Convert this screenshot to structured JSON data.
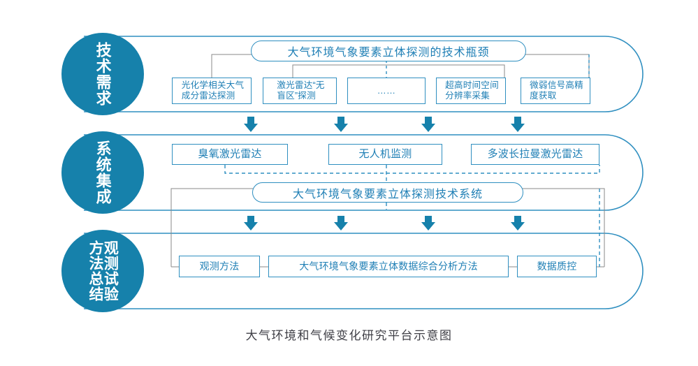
{
  "figure": {
    "caption": "大气环境和气候变化研究平台示意图",
    "accent_color": "#1681ab",
    "line_color": "#2f8fc0",
    "text_color": "#1f7fb5",
    "connector_gray": "#8a8a8a",
    "caption_color": "#3f3f46"
  },
  "stages": [
    {
      "id": "stage-1",
      "label_columns": [
        "技术需求"
      ]
    },
    {
      "id": "stage-2",
      "label_columns": [
        "系统集成"
      ]
    },
    {
      "id": "stage-3",
      "label_columns": [
        "观测试验",
        "方法总结"
      ]
    }
  ],
  "rows": [
    {
      "id": "row-requirements",
      "title": "大气环境气象要素立体探测的技术瓶颈",
      "nodes": [
        {
          "id": "node-photochem",
          "text": "光化学相关大气成分雷达探测",
          "lines": [
            "光化学相关大气",
            "成分雷达探测"
          ]
        },
        {
          "id": "node-lidar-blind",
          "text": "激光雷达“无盲区”探测",
          "lines": [
            "激光雷达“无",
            "盲区”探测"
          ]
        },
        {
          "id": "node-ellipsis",
          "text": "……",
          "lines": [
            "……"
          ]
        },
        {
          "id": "node-resolution",
          "text": "超高时间空间分辨率采集",
          "lines": [
            "超高时间空间",
            "分辨率采集"
          ]
        },
        {
          "id": "node-weaksignal",
          "text": "微弱信号高精度获取",
          "lines": [
            "微弱信号高精",
            "度获取"
          ]
        }
      ]
    },
    {
      "id": "row-systems",
      "title": "大气环境气象要素立体探测技术系统",
      "nodes": [
        {
          "id": "node-ozone-lidar",
          "text": "臭氧激光雷达",
          "lines": [
            "臭氧激光雷达"
          ]
        },
        {
          "id": "node-uav",
          "text": "无人机监测",
          "lines": [
            "无人机监测"
          ]
        },
        {
          "id": "node-raman-lidar",
          "text": "多波长拉曼激光雷达",
          "lines": [
            "多波长拉曼激光雷达"
          ]
        }
      ]
    },
    {
      "id": "row-methods",
      "title": "",
      "nodes": [
        {
          "id": "node-obs-method",
          "text": "观测方法",
          "lines": [
            "观测方法"
          ]
        },
        {
          "id": "node-analysis",
          "text": "大气环境气象要素立体数据综合分析方法",
          "lines": [
            "大气环境气象要素立体数据综合分析方法"
          ]
        },
        {
          "id": "node-qc",
          "text": "数据质控",
          "lines": [
            "数据质控"
          ]
        }
      ]
    }
  ],
  "arrows": {
    "band_1_to_2": 4,
    "band_2_to_3": 4
  }
}
